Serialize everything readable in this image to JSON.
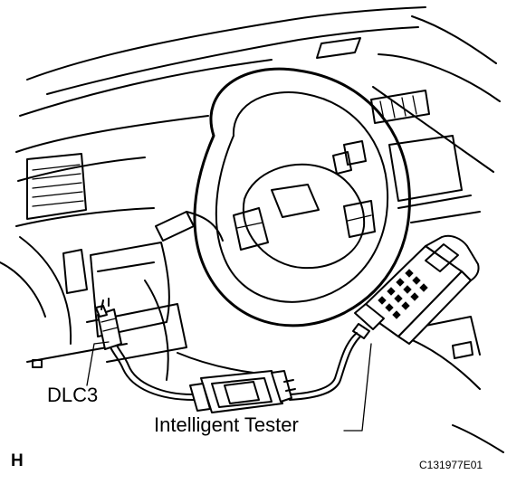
{
  "figure": {
    "labels": {
      "dlc3": "DLC3",
      "tester": "Intelligent Tester",
      "corner": "H",
      "code": "C131977E01"
    }
  }
}
